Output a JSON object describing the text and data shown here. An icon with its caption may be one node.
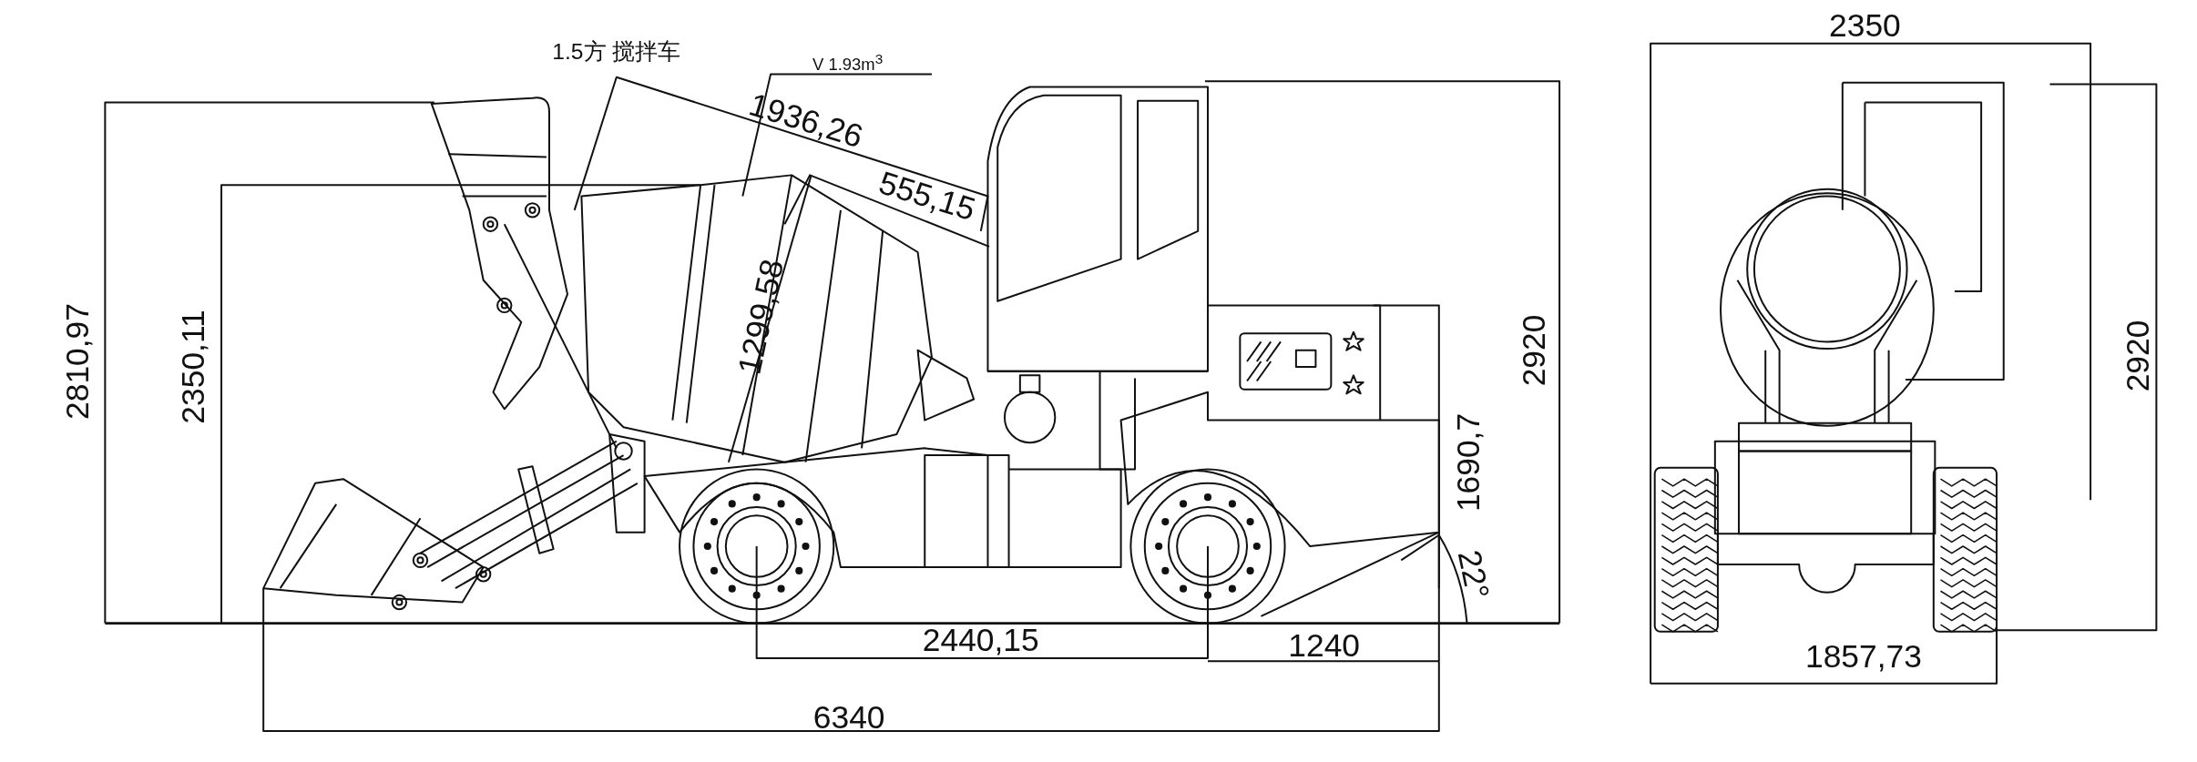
{
  "diagram": {
    "title": "1.5方 搅拌车",
    "labels": [
      "V 1.93m$^{3}$",
      "1936,26",
      "555,15",
      "1299,58",
      "2810,97",
      "2350,11",
      "2920",
      "1690,7",
      "22°",
      "2440,15",
      "1240",
      "6340",
      "2350",
      "2920",
      "1857,73"
    ]
  }
}
